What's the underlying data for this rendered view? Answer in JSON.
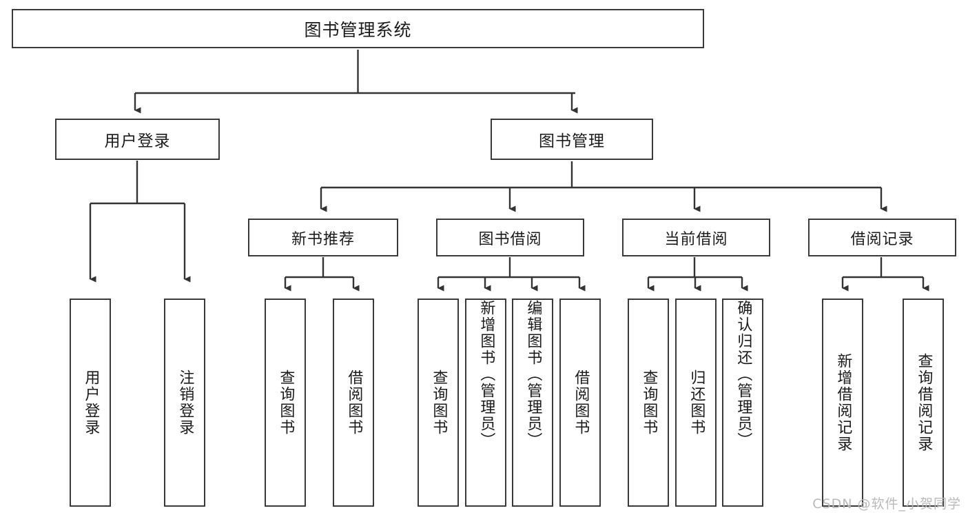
{
  "diagram": {
    "type": "tree-hierarchy",
    "title": "图书管理系统",
    "root": {
      "label": "图书管理系统"
    },
    "level2": [
      {
        "label": "用户登录"
      },
      {
        "label": "图书管理"
      }
    ],
    "level3": [
      {
        "label": "新书推荐"
      },
      {
        "label": "图书借阅"
      },
      {
        "label": "当前借阅"
      },
      {
        "label": "借阅记录"
      }
    ],
    "leaves": {
      "user_login": [
        {
          "label": "用户登录"
        },
        {
          "label": "注销登录"
        }
      ],
      "new_book_recommend": [
        {
          "label": "查询图书"
        },
        {
          "label": "借阅图书"
        }
      ],
      "book_borrow": [
        {
          "label": "查询图书"
        },
        {
          "label": "新增图书（管理员）"
        },
        {
          "label": "编辑图书（管理员）"
        },
        {
          "label": "借阅图书"
        }
      ],
      "current_borrow": [
        {
          "label": "查询图书"
        },
        {
          "label": "归还图书"
        },
        {
          "label": "确认归还（管理员）"
        }
      ],
      "borrow_record": [
        {
          "label": "新增借阅记录"
        },
        {
          "label": "查询借阅记录"
        }
      ]
    },
    "colors": {
      "border": "#3a3a3a",
      "text": "#1b1b1b",
      "background": "#ffffff",
      "connector": "#333333",
      "watermark": "#b9b9b9"
    }
  },
  "watermark": {
    "text": "CSDN @软件_小贺同学"
  }
}
